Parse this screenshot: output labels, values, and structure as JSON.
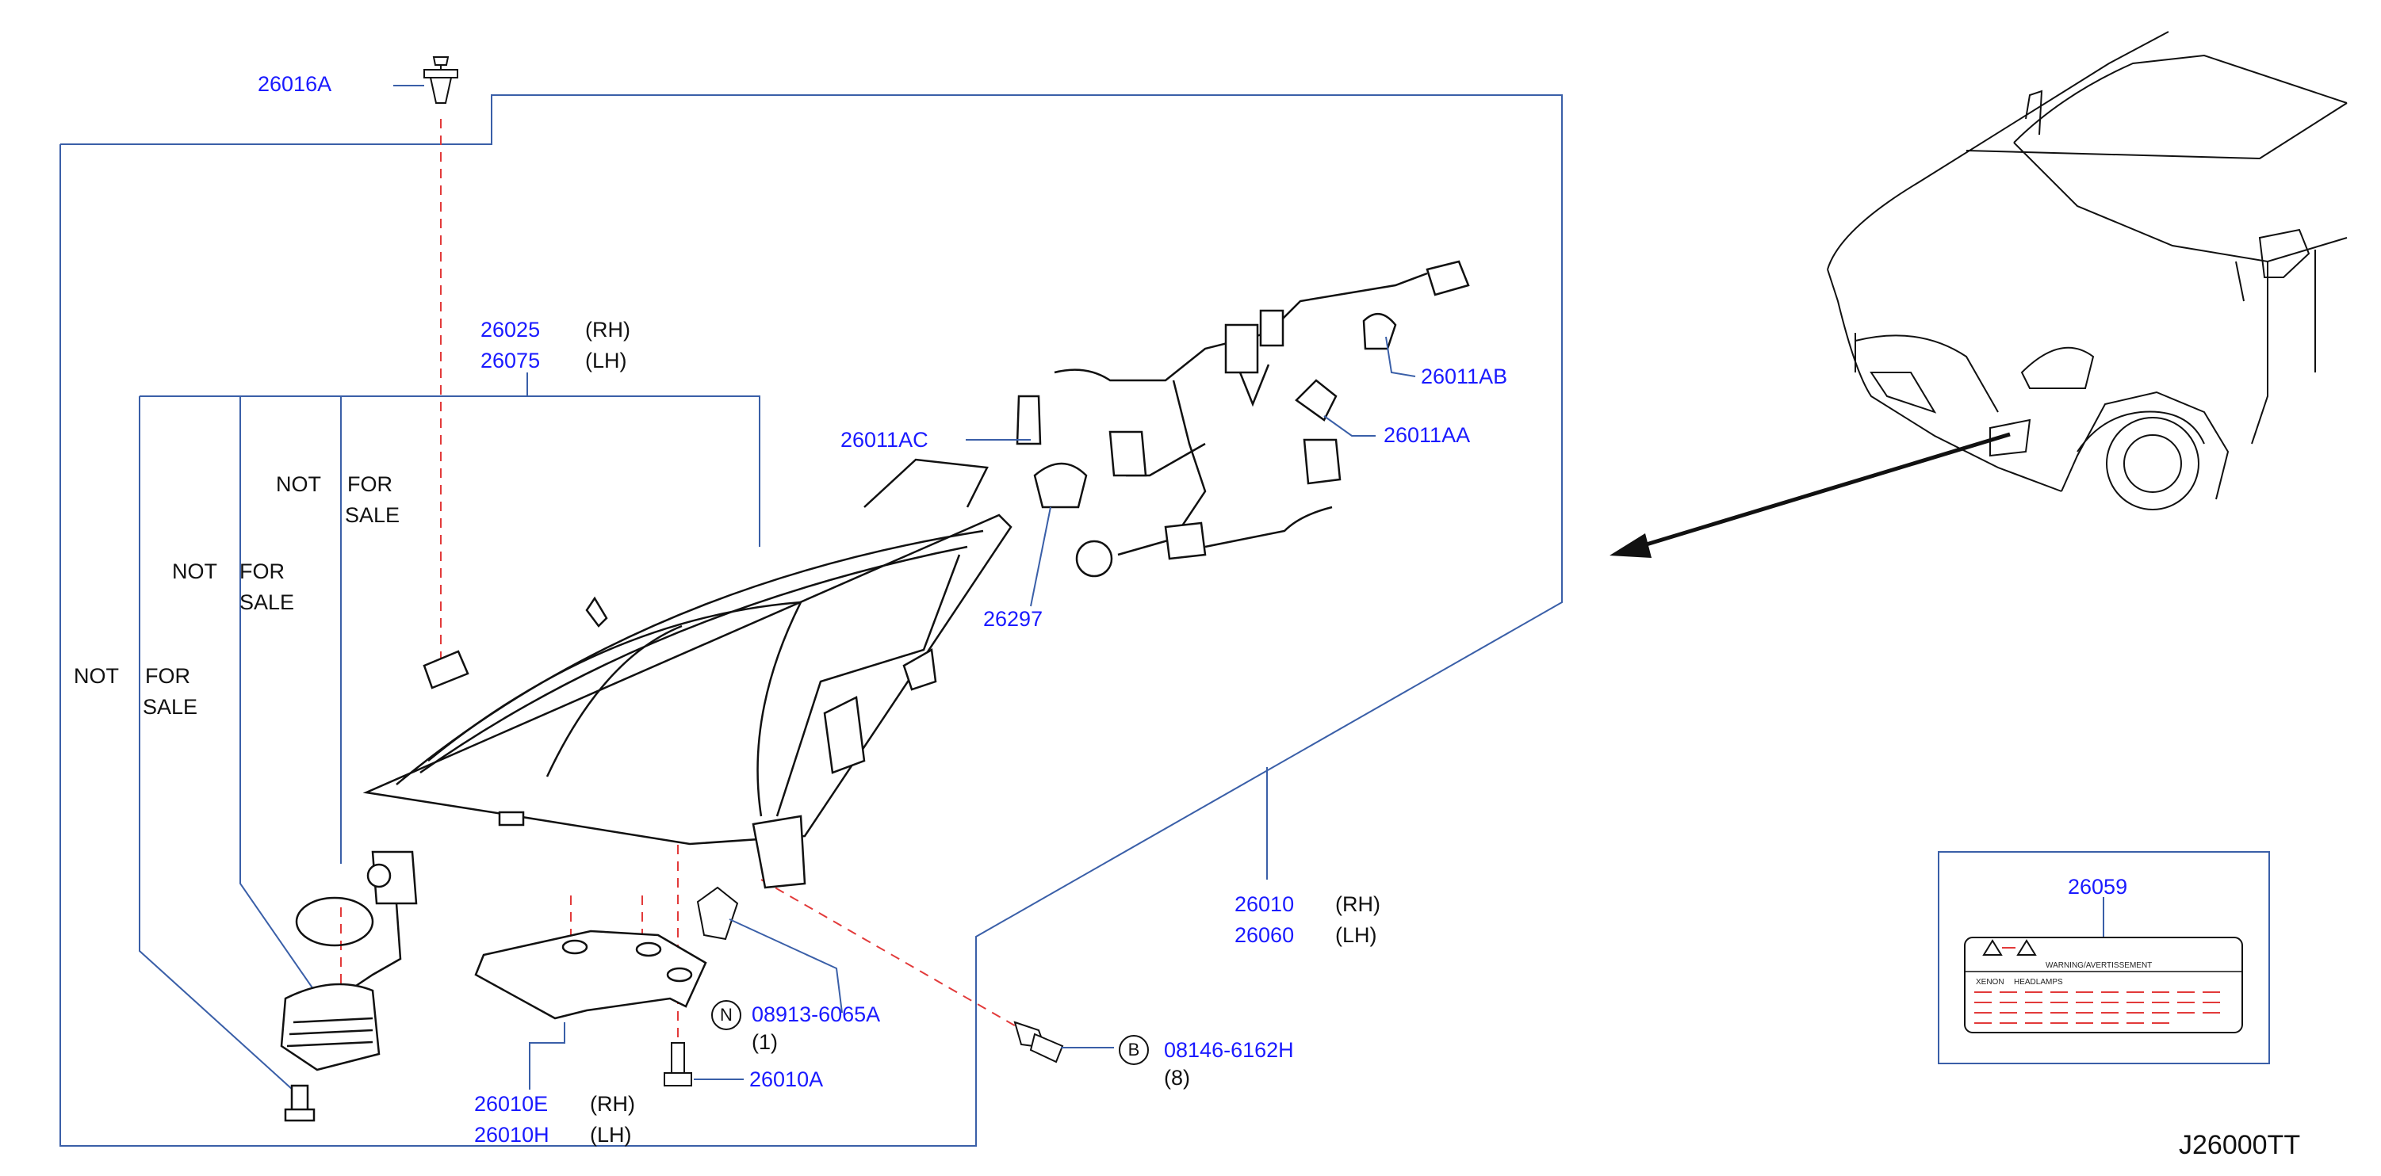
{
  "diagram": {
    "code": "J26000TT",
    "colors": {
      "leader": "#3a5fa8",
      "hidden_line": "#e23a3a",
      "part_number": "#1a1aff",
      "ink": "#111111"
    },
    "parts": {
      "p26016A": "26016A",
      "p26025": "26025",
      "p26075": "26075",
      "p26011AC": "26011AC",
      "p26011AB": "26011AB",
      "p26011AA": "26011AA",
      "p26297": "26297",
      "p26010": "26010",
      "p26060": "26060",
      "p26059": "26059",
      "p08913": "08913-6065A",
      "p26010A": "26010A",
      "p08146": "08146-6162H",
      "p26010E": "26010E",
      "p26010H": "26010H"
    },
    "sides": {
      "rh": "(RH)",
      "lh": "(LH)"
    },
    "qty": {
      "q1": "(1)",
      "q8": "(8)"
    },
    "badges": {
      "n": "N",
      "b": "B"
    },
    "notes": {
      "not": "NOT",
      "for": "FOR",
      "sale": "SALE"
    },
    "warning_label": {
      "heading": "WARNING/AVERTISSEMENT",
      "col1": "XENON",
      "col2": "HEADLAMPS"
    }
  }
}
